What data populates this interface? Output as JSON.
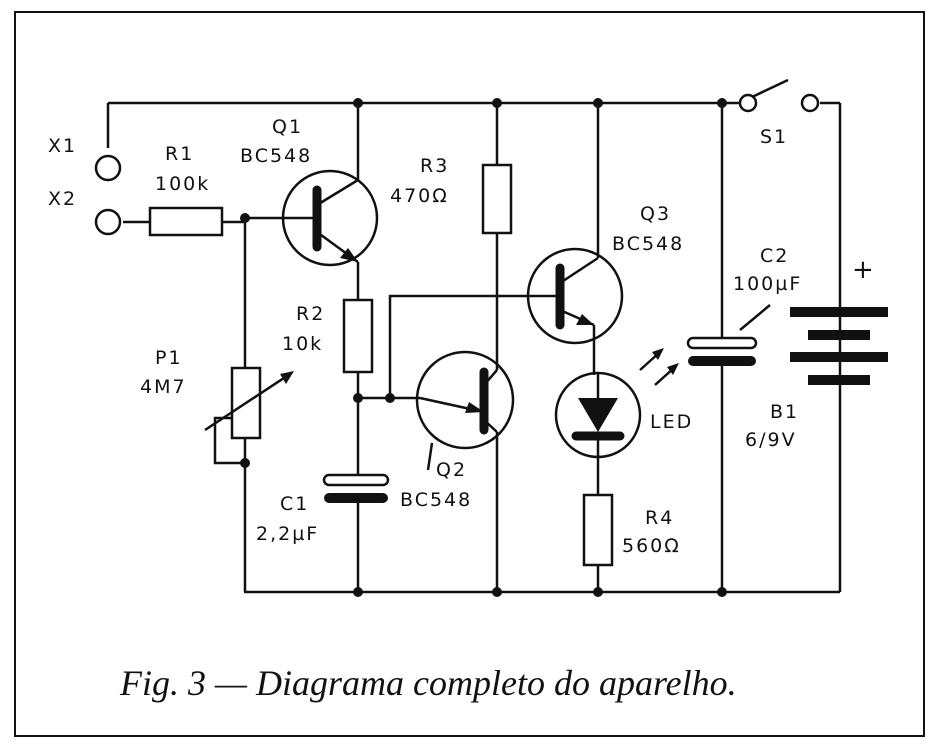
{
  "labels": {
    "x1": "X1",
    "x2": "X2",
    "r1_name": "R1",
    "r1_value": "100k",
    "q1_name": "Q1",
    "q1_type": "BC548",
    "r3_name": "R3",
    "r3_value": "470Ω",
    "q3_name": "Q3",
    "q3_type": "BC548",
    "s1": "S1",
    "c2_name": "C2",
    "c2_value": "100µF",
    "b1_plus": "+",
    "r2_name": "R2",
    "r2_value": "10k",
    "p1_name": "P1",
    "p1_value": "4M7",
    "q2_name": "Q2",
    "q2_type": "BC548",
    "led": "LED",
    "b1_name": "B1",
    "b1_value": "6/9V",
    "c1_name": "C1",
    "c1_value": "2,2µF",
    "r4_name": "R4",
    "r4_value": "560Ω"
  },
  "caption": "Fig. 3 — Diagrama completo do aparelho."
}
